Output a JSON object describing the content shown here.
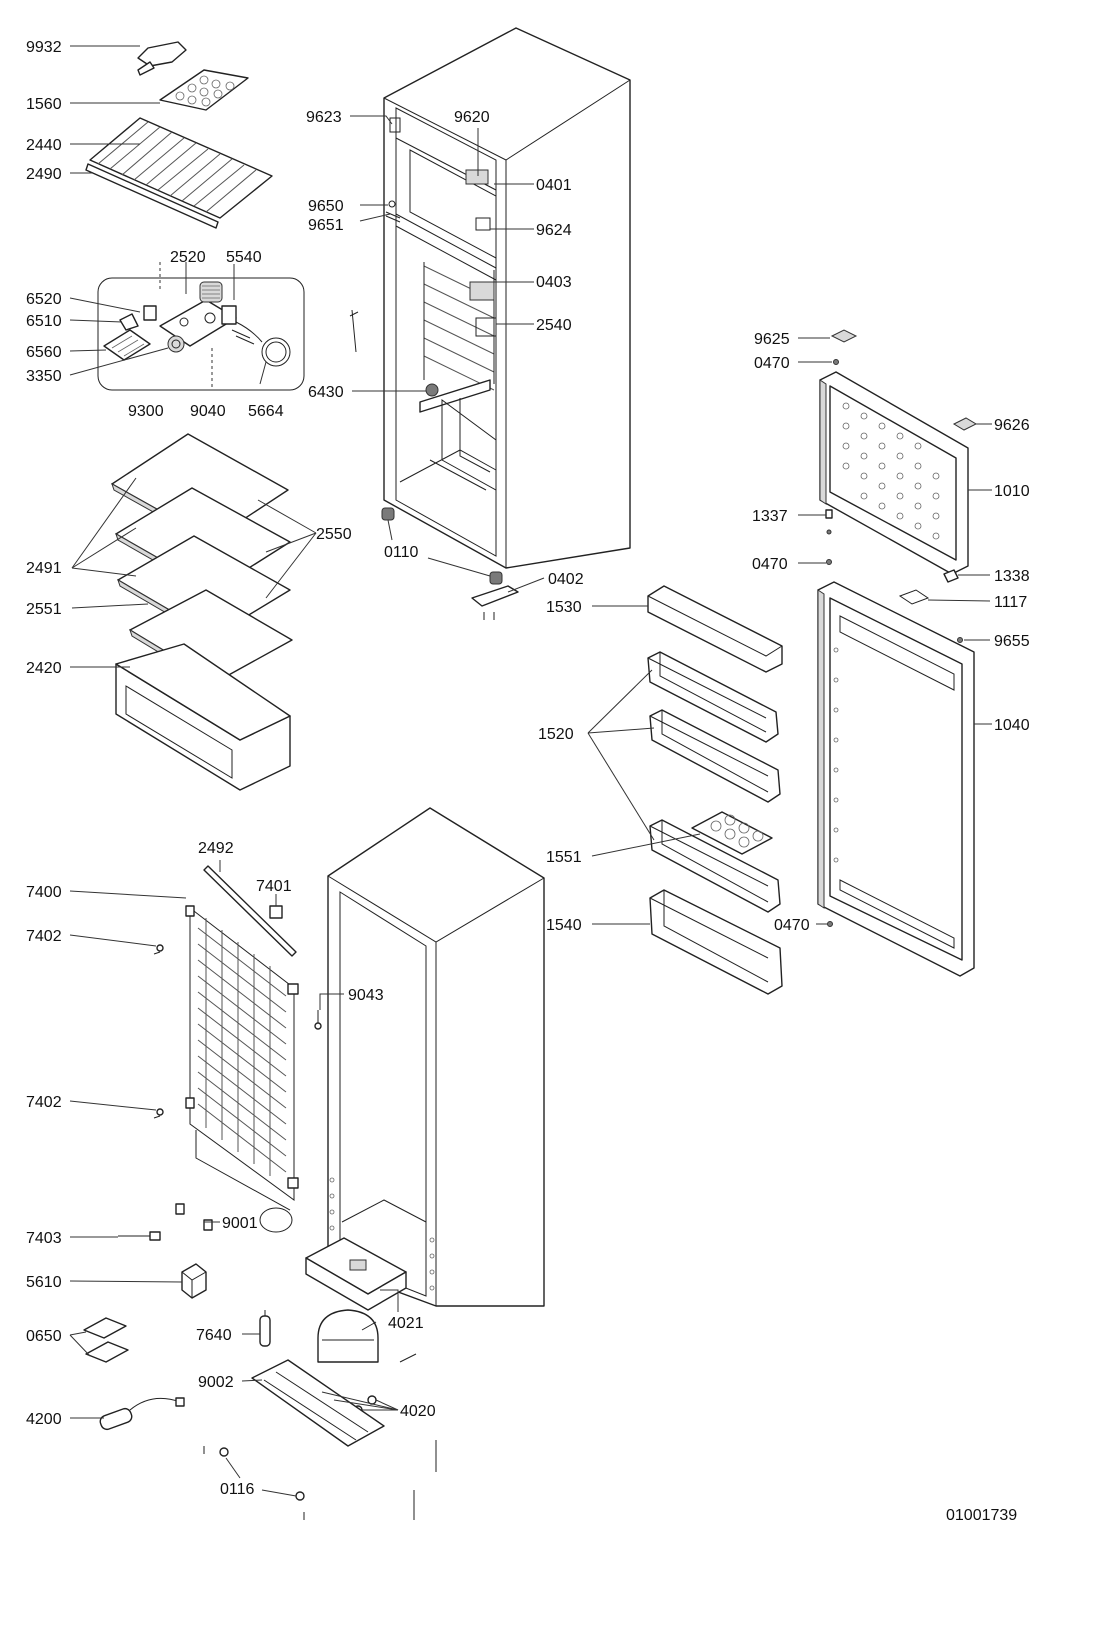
{
  "drawing_number": "01001739",
  "labels": [
    {
      "id": "l9932",
      "text": "9932"
    },
    {
      "id": "l1560",
      "text": "1560"
    },
    {
      "id": "l2440",
      "text": "2440"
    },
    {
      "id": "l2490",
      "text": "2490"
    },
    {
      "id": "l2520",
      "text": "2520"
    },
    {
      "id": "l5540",
      "text": "5540"
    },
    {
      "id": "l6520",
      "text": "6520"
    },
    {
      "id": "l6510",
      "text": "6510"
    },
    {
      "id": "l6560",
      "text": "6560"
    },
    {
      "id": "l3350",
      "text": "3350"
    },
    {
      "id": "l9300",
      "text": "9300"
    },
    {
      "id": "l9040",
      "text": "9040"
    },
    {
      "id": "l5664",
      "text": "5664"
    },
    {
      "id": "l2550",
      "text": "2550"
    },
    {
      "id": "l2491",
      "text": "2491"
    },
    {
      "id": "l2551",
      "text": "2551"
    },
    {
      "id": "l2420",
      "text": "2420"
    },
    {
      "id": "l9623",
      "text": "9623"
    },
    {
      "id": "l9620",
      "text": "9620"
    },
    {
      "id": "l0401",
      "text": "0401"
    },
    {
      "id": "l9650",
      "text": "9650"
    },
    {
      "id": "l9651",
      "text": "9651"
    },
    {
      "id": "l9624",
      "text": "9624"
    },
    {
      "id": "l0403",
      "text": "0403"
    },
    {
      "id": "l2540",
      "text": "2540"
    },
    {
      "id": "l6430",
      "text": "6430"
    },
    {
      "id": "l0110",
      "text": "0110"
    },
    {
      "id": "l0402",
      "text": "0402"
    },
    {
      "id": "l9625",
      "text": "9625"
    },
    {
      "id": "l0470a",
      "text": "0470"
    },
    {
      "id": "l9626",
      "text": "9626"
    },
    {
      "id": "l1010",
      "text": "1010"
    },
    {
      "id": "l1337",
      "text": "1337"
    },
    {
      "id": "l0470b",
      "text": "0470"
    },
    {
      "id": "l1338",
      "text": "1338"
    },
    {
      "id": "l1530",
      "text": "1530"
    },
    {
      "id": "l1117",
      "text": "1117"
    },
    {
      "id": "l9655",
      "text": "9655"
    },
    {
      "id": "l1520",
      "text": "1520"
    },
    {
      "id": "l1040",
      "text": "1040"
    },
    {
      "id": "l1551",
      "text": "1551"
    },
    {
      "id": "l1540",
      "text": "1540"
    },
    {
      "id": "l0470c",
      "text": "0470"
    },
    {
      "id": "l2492",
      "text": "2492"
    },
    {
      "id": "l7401",
      "text": "7401"
    },
    {
      "id": "l7400",
      "text": "7400"
    },
    {
      "id": "l7402a",
      "text": "7402"
    },
    {
      "id": "l9043",
      "text": "9043"
    },
    {
      "id": "l7402b",
      "text": "7402"
    },
    {
      "id": "l9001",
      "text": "9001"
    },
    {
      "id": "l7403",
      "text": "7403"
    },
    {
      "id": "l5610",
      "text": "5610"
    },
    {
      "id": "l4021",
      "text": "4021"
    },
    {
      "id": "l0650",
      "text": "0650"
    },
    {
      "id": "l7640",
      "text": "7640"
    },
    {
      "id": "l9002",
      "text": "9002"
    },
    {
      "id": "l4020",
      "text": "4020"
    },
    {
      "id": "l4200",
      "text": "4200"
    },
    {
      "id": "l0116",
      "text": "0116"
    }
  ]
}
